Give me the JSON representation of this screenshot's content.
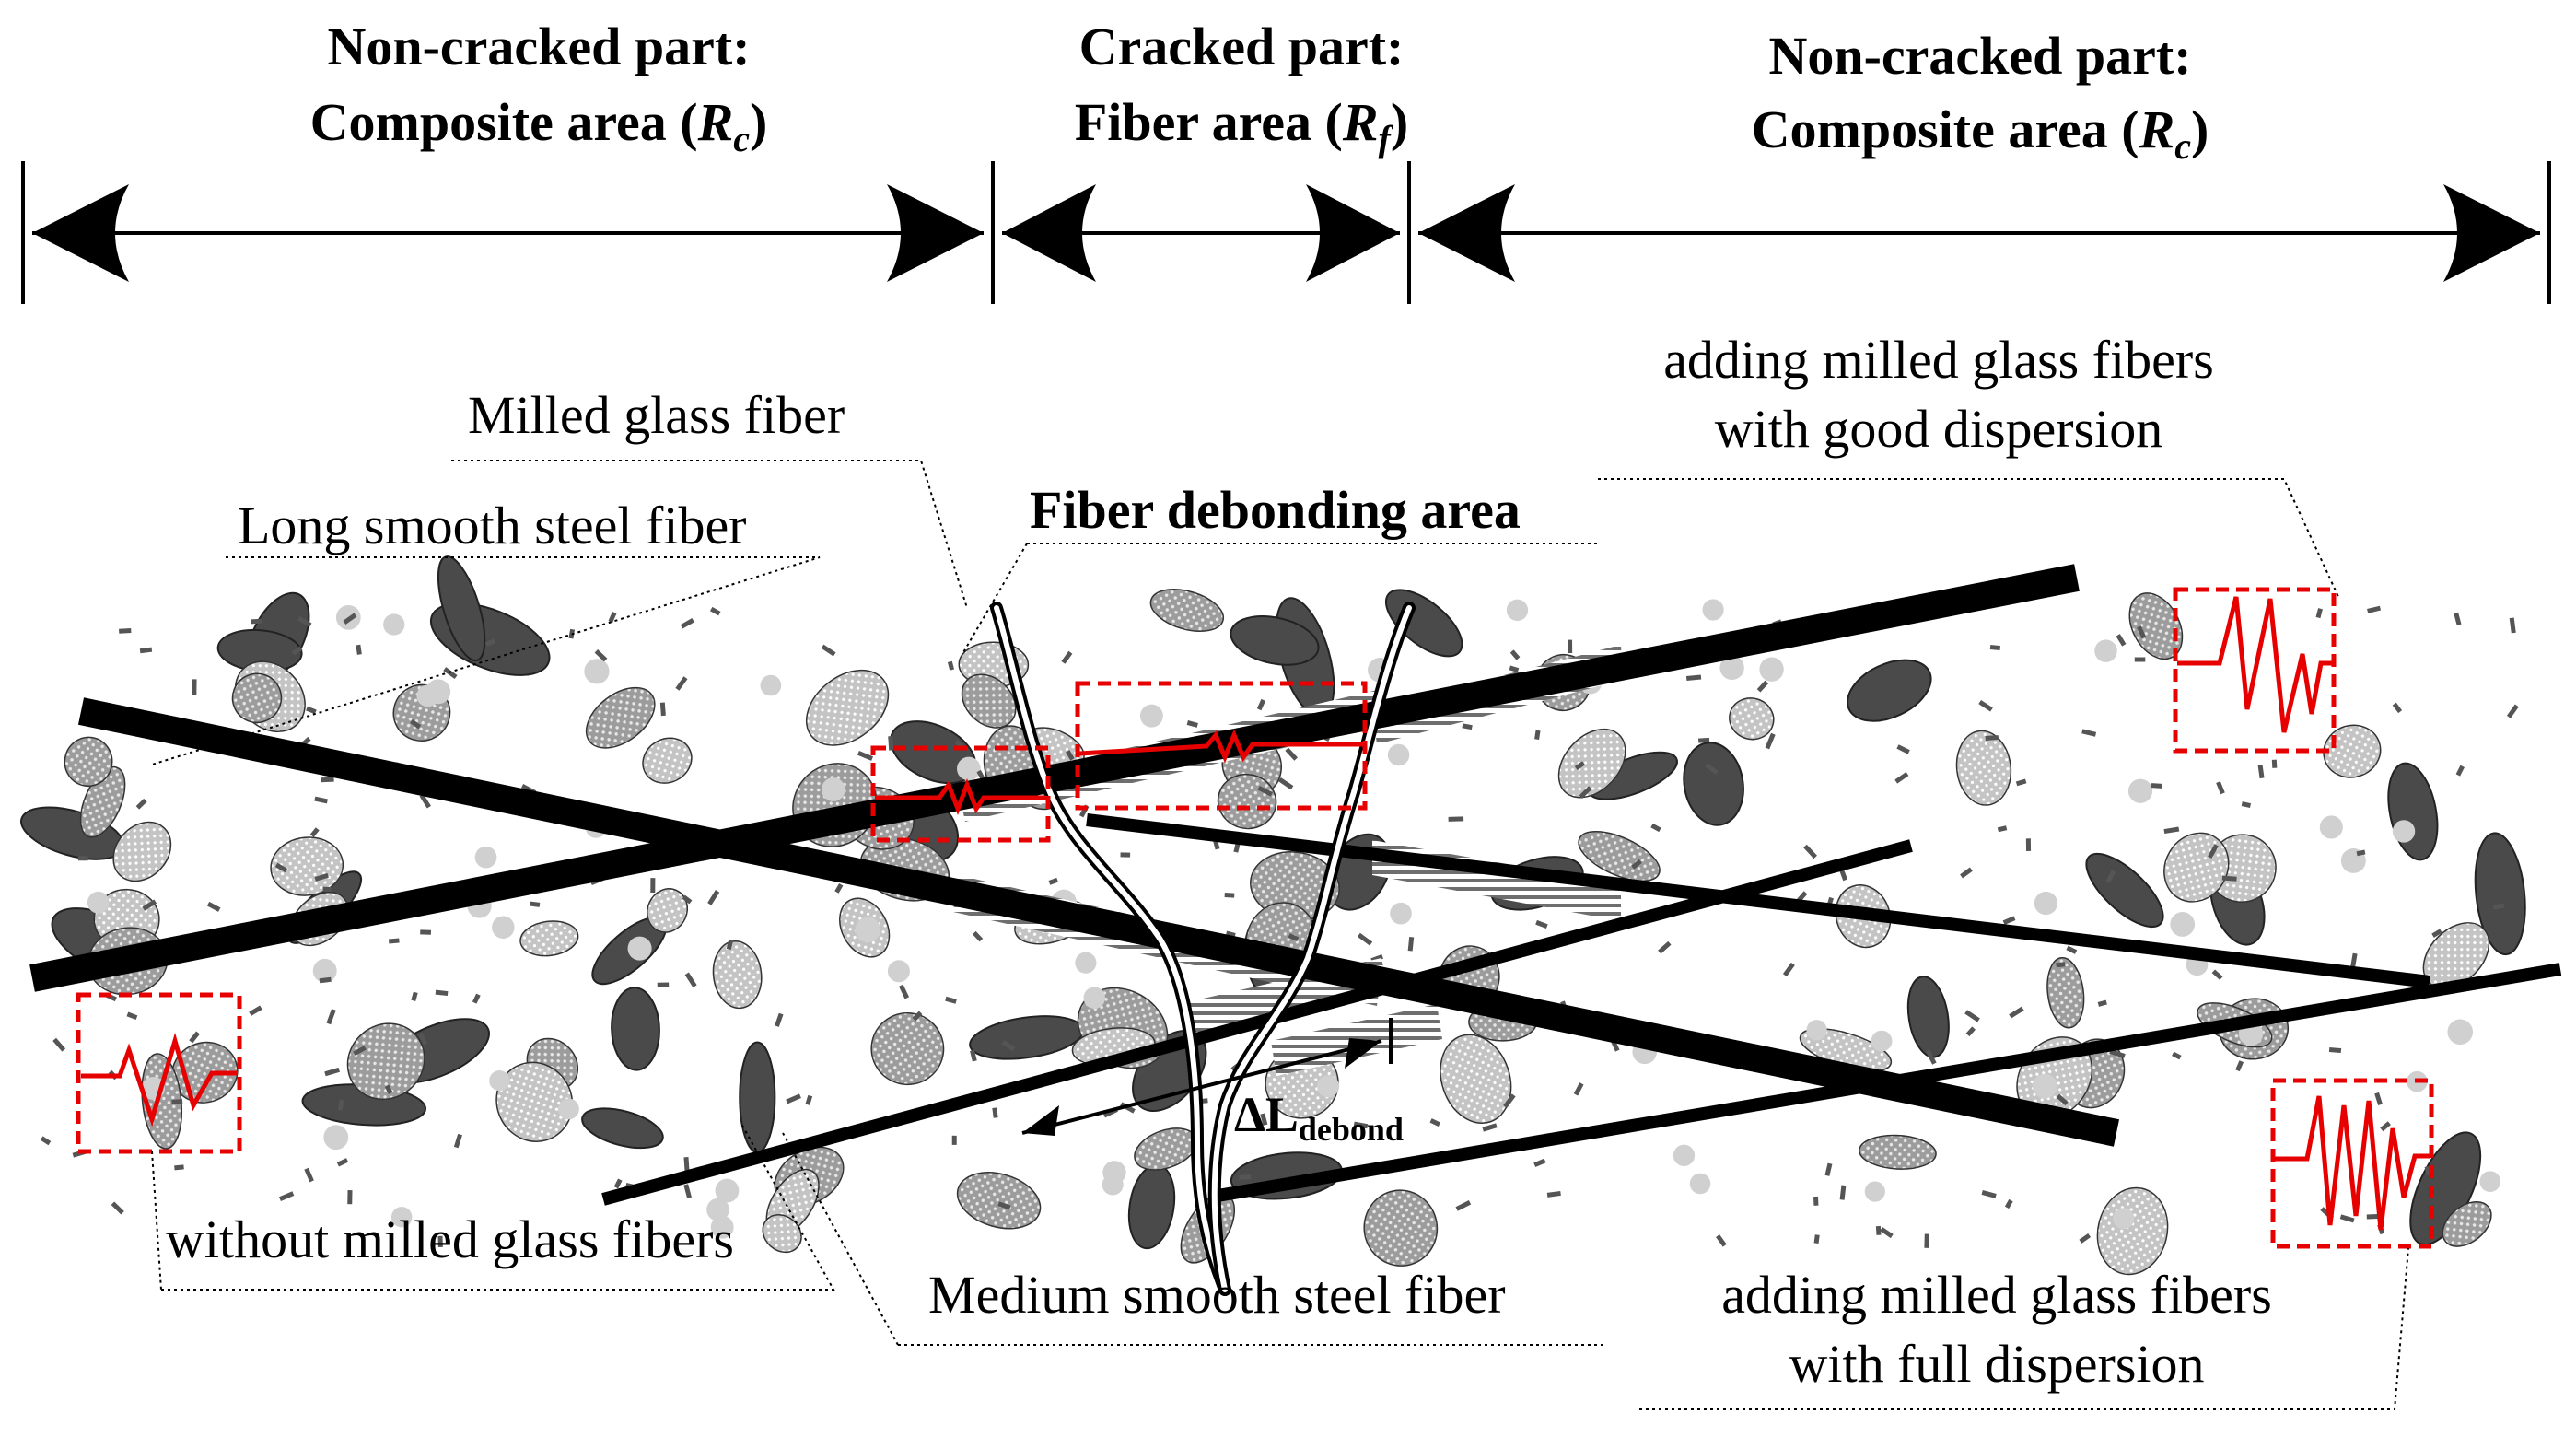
{
  "headers": {
    "left": {
      "line1": "Non-cracked part:",
      "line2_pre": "Composite area (",
      "var": "R",
      "sub": "c",
      "close": ")"
    },
    "middle": {
      "line1": "Cracked part:",
      "line2_pre": "Fiber area (",
      "var": "R",
      "sub": "f",
      "close": ")"
    },
    "right": {
      "line1": "Non-cracked part:",
      "line2_pre": "Composite area (",
      "var": "R",
      "sub": "c",
      "close": ")"
    }
  },
  "labels": {
    "milled_glass_fiber": "Milled glass fiber",
    "long_smooth_steel_fiber": "Long smooth steel fiber",
    "fiber_debonding_area": "Fiber debonding area",
    "good_dispersion_line1": "adding milled glass fibers",
    "good_dispersion_line2": "with good dispersion",
    "without_milled": "without milled glass fibers",
    "medium_smooth_steel_fiber": "Medium smooth steel fiber",
    "full_dispersion_line1": "adding milled glass fibers",
    "full_dispersion_line2": "with full dispersion",
    "delta_l": "ΔL",
    "delta_l_sub": "debond"
  },
  "colors": {
    "steel_fiber": "#000000",
    "coarse_aggregate": "#4a4a4a",
    "fine_aggregate": "#b8b8b8",
    "sand_particle": "#d0d0d0",
    "milled_fiber": "#555555",
    "crack_signal": "#e60000",
    "debond_hatch": "#777777"
  }
}
